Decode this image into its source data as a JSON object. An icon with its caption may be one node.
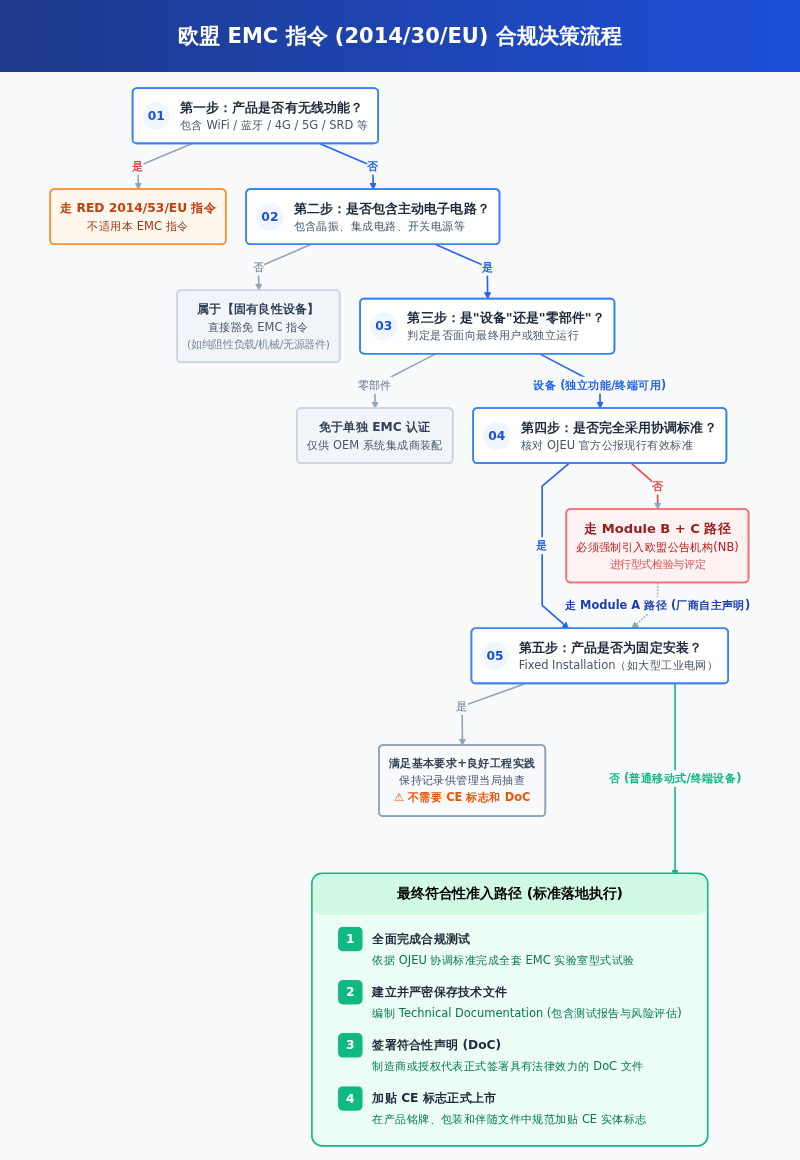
{
  "diagram": {
    "title": "欧盟 EMC 指令 (2014/30/EU) 合规决策流程",
    "nodes": [
      {
        "text": [
          "01",
          "第一步：产品是否有无线功能？",
          "包含 WiFi / 蓝牙 / 4G / 5G / SRD 等"
        ]
      },
      {
        "text": [
          "走 RED 2014/53/EU 指令",
          "不适用本 EMC 指令"
        ]
      },
      {
        "text": [
          "02",
          "第二步：是否包含主动电子电路？",
          "包含晶振、集成电路、开关电源等"
        ]
      },
      {
        "text": [
          "属于【固有良性设备】",
          "直接豁免 EMC 指令",
          "(如纯阻性负载/机械/无源器件)"
        ]
      },
      {
        "text": [
          "03",
          "第三步：是\"设备\"还是\"零部件\"？",
          "判定是否面向最终用户或独立运行"
        ]
      },
      {
        "text": [
          "免于单独 EMC 认证",
          "仅供 OEM 系统集成商装配"
        ]
      },
      {
        "text": [
          "04",
          "第四步：是否完全采用协调标准？",
          "核对 OJEU 官方公报现行有效标准"
        ]
      },
      {
        "text": [
          "走 Module B + C 路径",
          "必须强制引入欧盟公告机构(NB)",
          "进行型式检验与评定"
        ]
      },
      {
        "text": [
          "05",
          "第五步：产品是否为固定安装？",
          "Fixed Installation（如大型工业电网）"
        ]
      },
      {
        "text": [
          "满足基本要求+良好工程实践",
          "保持记录供管理当局抽查",
          "⚠ 不需要 CE 标志和 DoC"
        ]
      },
      {
        "text": [
          "最终符合性准入路径 (标准落地执行)"
        ]
      },
      {
        "text": [
          "1"
        ],
        "in": 10,
        "beside": [
          "全面完成合规测试",
          "依据 OJEU 协调标准完成全套 EMC 实验室型式试验"
        ]
      },
      {
        "text": [
          "2"
        ],
        "in": 10,
        "beside": [
          "建立并严密保存技术文件",
          "编制 Technical Documentation (包含测试报告与风险评估)"
        ]
      },
      {
        "text": [
          "3"
        ],
        "in": 10,
        "beside": [
          "签署符合性声明 (DoC)",
          "制造商或授权代表正式签署具有法律效力的 DoC 文件"
        ]
      },
      {
        "text": [
          "4"
        ],
        "in": 10,
        "beside": [
          "加贴 CE 标志正式上市",
          "在产品铭牌、包装和伴随文件中规范加贴 CE 实体标志"
        ]
      }
    ],
    "edges": [
      {
        "from": 0,
        "to": 2,
        "arrow": "to",
        "label": "否",
        "color": "#2563eb"
      },
      {
        "from": 0,
        "to": 1,
        "arrow": "to",
        "label": "是"
      },
      {
        "from": 2,
        "to": 4,
        "arrow": "to",
        "label": "是",
        "color": "#2563eb"
      },
      {
        "from": 2,
        "to": 3,
        "arrow": "to",
        "label": "否"
      },
      {
        "from": 4,
        "to": 6,
        "arrow": "to",
        "label": "设备 (独立功能/终端可用)",
        "color": "#2563eb"
      },
      {
        "from": 4,
        "to": 5,
        "arrow": "to",
        "label": "零部件"
      },
      {
        "from": 6,
        "to": 8,
        "arrow": "to",
        "label": "是",
        "color": "#2563eb"
      },
      {
        "from": 6,
        "to": 7,
        "arrow": "to",
        "label": "否",
        "color": "#ef4444"
      },
      {
        "from": 7,
        "to": 8,
        "arrow": "to",
        "label": "走 Module A 路径 (厂商自主声明)",
        "style": "dashed"
      },
      {
        "from": 8,
        "to": 10,
        "arrow": "to",
        "label": "否 (普通移动式/终端设备)",
        "color": "#10b981"
      },
      {
        "from": 8,
        "to": 9,
        "arrow": "to",
        "label": "是"
      }
    ]
  }
}
